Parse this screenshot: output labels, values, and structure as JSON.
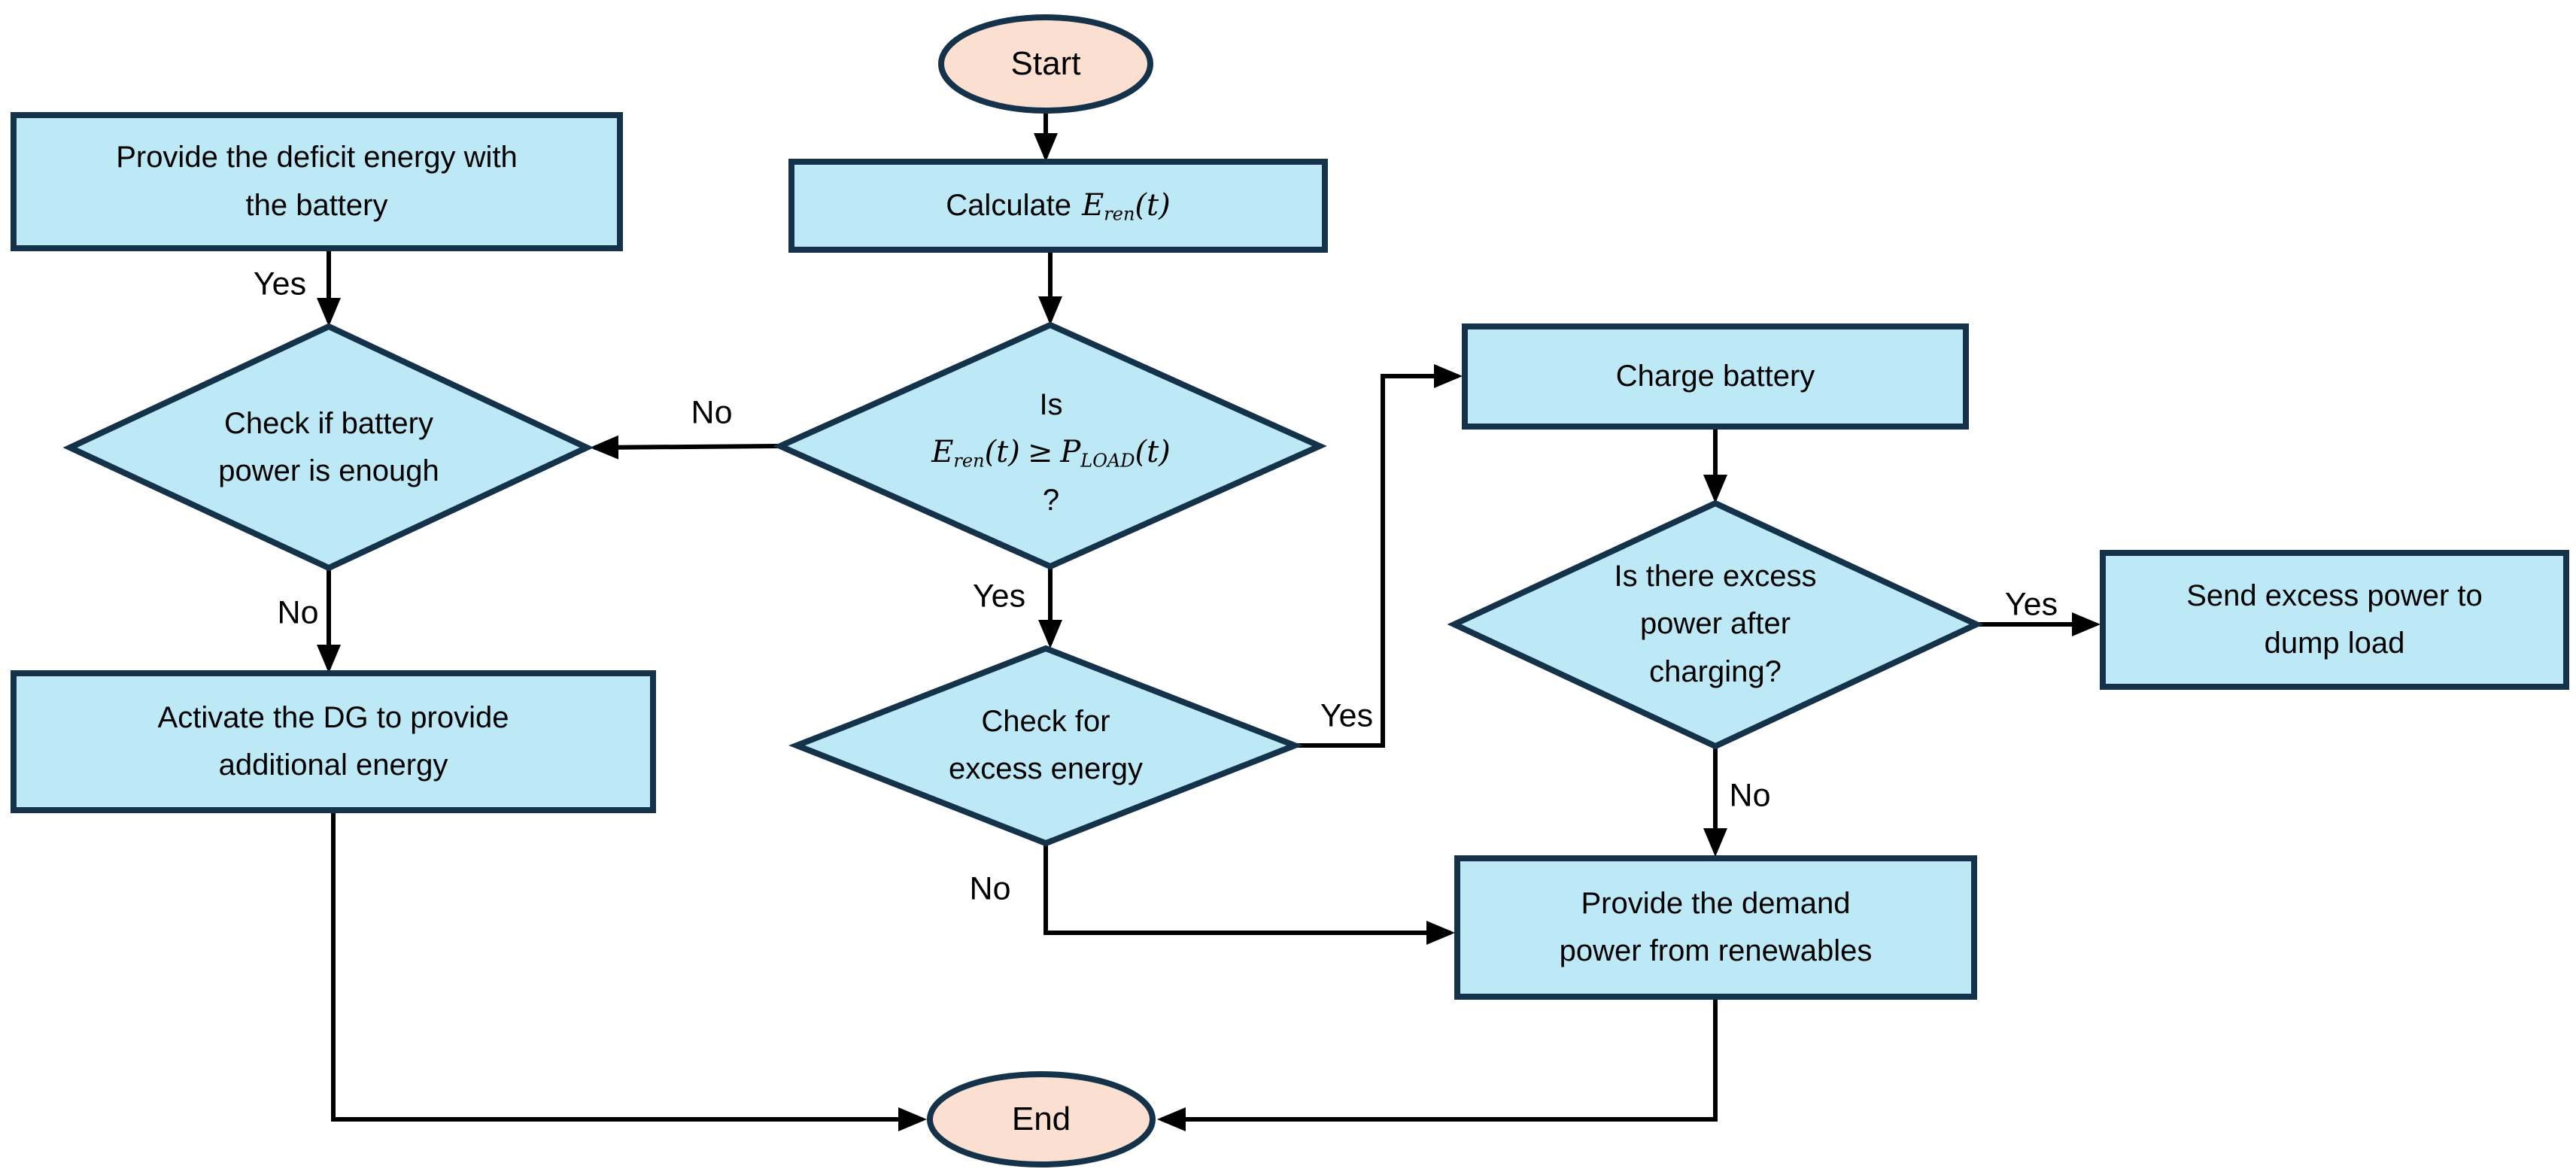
{
  "flowchart": {
    "nodes": {
      "start": {
        "label": "Start"
      },
      "calculate": {
        "prefix": "Calculate",
        "var": "E",
        "sub": "ren",
        "arg": "(t)"
      },
      "main_decision": {
        "line1": "Is",
        "e_var": "E",
        "e_sub": "ren",
        "e_arg": "(t)",
        "op": "≥",
        "p_var": "P",
        "p_sub": "LOAD",
        "p_arg": "(t)",
        "line3": "?"
      },
      "deficit": {
        "label": "Provide the deficit energy with the battery"
      },
      "battery_check": {
        "label": "Check if battery power is enough"
      },
      "dg": {
        "label": "Activate the DG to provide additional energy"
      },
      "excess_check": {
        "label": "Check for excess energy"
      },
      "charge": {
        "label": "Charge battery"
      },
      "after_charge_check": {
        "label": "Is there excess power after charging?"
      },
      "dump": {
        "label": "Send excess power to dump load"
      },
      "renewables": {
        "label": "Provide the demand power from renewables"
      },
      "end": {
        "label": "End"
      }
    },
    "edge_labels": {
      "deficit_yes": "Yes",
      "main_no": "No",
      "battery_no": "No",
      "main_yes": "Yes",
      "excess_yes": "Yes",
      "after_yes": "Yes",
      "after_no": "No",
      "excess_no": "No"
    },
    "colors": {
      "process_fill": "#BDE9F6",
      "terminal_fill": "#FBDFD1",
      "border": "#14324A",
      "connector": "#000000"
    }
  }
}
